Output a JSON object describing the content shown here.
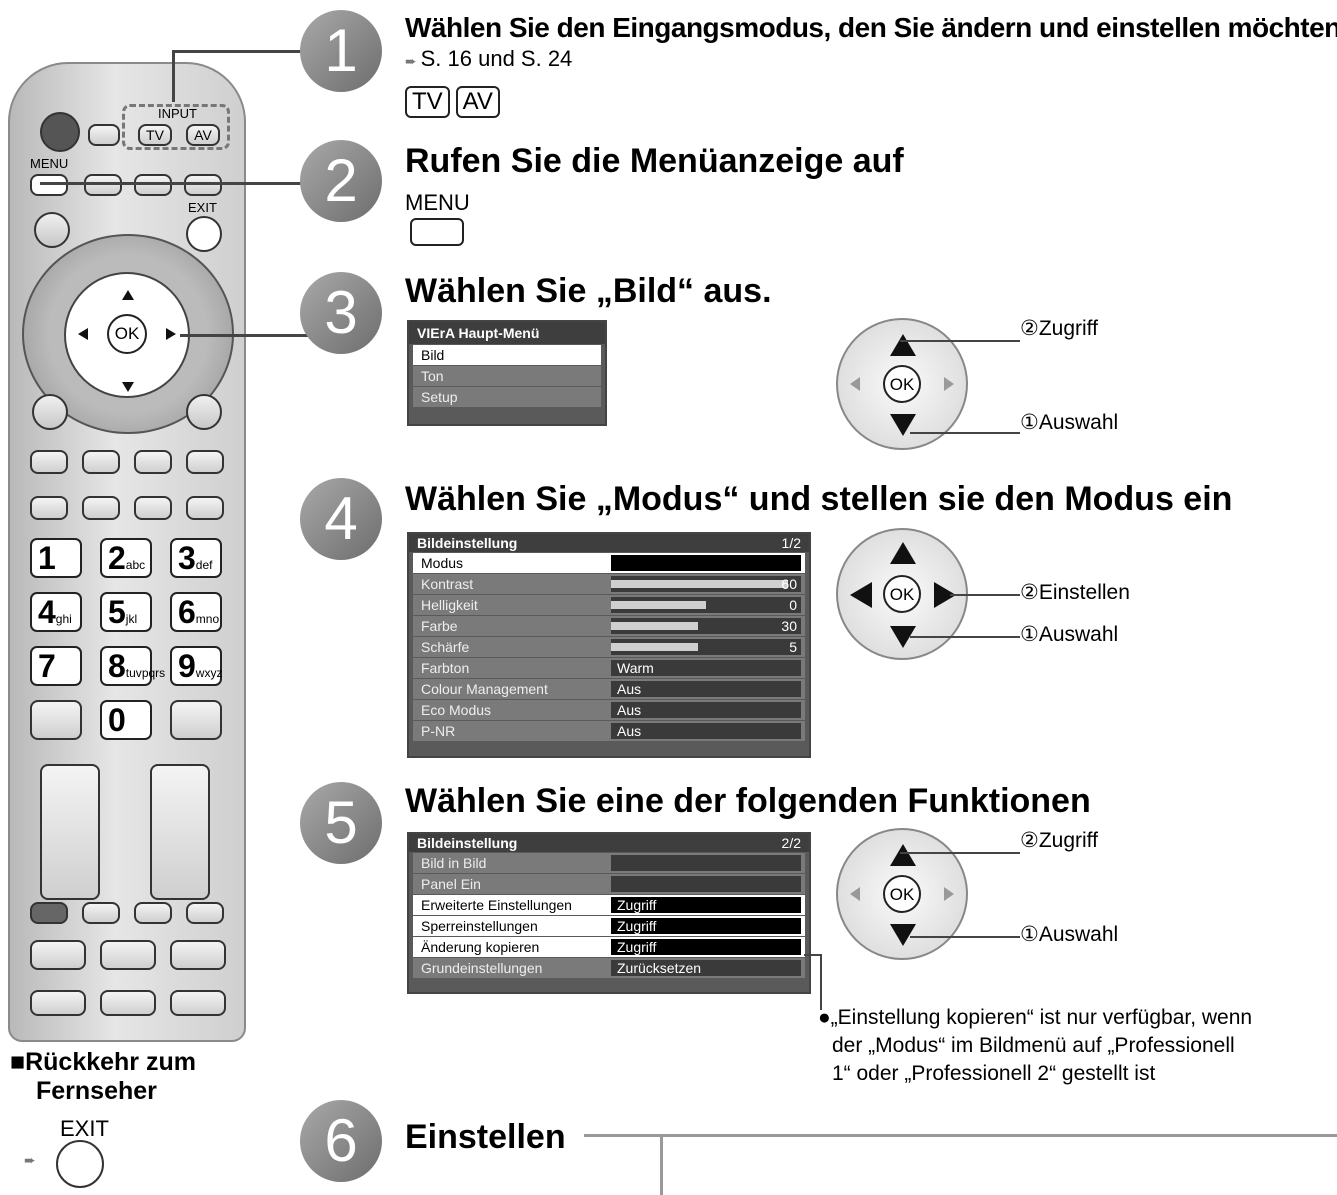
{
  "remote": {
    "input_label": "INPUT",
    "tv_key": "TV",
    "av_key": "AV",
    "menu_label": "MENU",
    "exit_label": "EXIT",
    "ok_key": "OK",
    "numbers": [
      {
        "digit": "1",
        "letters": ""
      },
      {
        "digit": "2",
        "letters": "abc"
      },
      {
        "digit": "3",
        "letters": "def"
      },
      {
        "digit": "4",
        "letters": "ghi"
      },
      {
        "digit": "5",
        "letters": "jkl"
      },
      {
        "digit": "6",
        "letters": "mno"
      },
      {
        "digit": "7",
        "letters": ""
      },
      {
        "digit": "8",
        "letters": "tuv"
      },
      {
        "digit": "9",
        "letters": "wxyz"
      },
      {
        "digit": "0",
        "letters": ""
      }
    ],
    "seven_letters": "pqrs"
  },
  "return_tv": {
    "title_line1": "■Rückkehr zum",
    "title_line2": "Fernseher",
    "exit_label": "EXIT"
  },
  "steps": [
    {
      "number": "1",
      "title": "Wählen Sie den Eingangsmodus, den Sie ändern und einstellen möchten",
      "ref": "S. 16 und S. 24",
      "keys": [
        "TV",
        "AV"
      ]
    },
    {
      "number": "2",
      "title": "Rufen Sie die Menüanzeige auf",
      "key_label": "MENU"
    },
    {
      "number": "3",
      "title": "Wählen Sie „Bild“ aus."
    },
    {
      "number": "4",
      "title": "Wählen Sie „Modus“ und stellen sie den Modus ein"
    },
    {
      "number": "5",
      "title": "Wählen Sie eine der folgenden Funktionen"
    },
    {
      "number": "6",
      "title": "Einstellen"
    }
  ],
  "main_menu": {
    "title": "VIErA Haupt-Menü",
    "items": [
      "Bild",
      "Ton",
      "Setup"
    ]
  },
  "menu_page1": {
    "title": "Bildeinstellung",
    "page": "1/2",
    "rows": [
      {
        "label": "Modus",
        "value": ""
      },
      {
        "label": "Kontrast",
        "value": "60",
        "level": 0.93
      },
      {
        "label": "Helligkeit",
        "value": "0",
        "level": 0.5
      },
      {
        "label": "Farbe",
        "value": "30",
        "level": 0.46
      },
      {
        "label": "Schärfe",
        "value": "5",
        "level": 0.46
      },
      {
        "label": "Farbton",
        "value": "Warm"
      },
      {
        "label": "Colour Management",
        "value": "Aus"
      },
      {
        "label": "Eco Modus",
        "value": "Aus"
      },
      {
        "label": "P-NR",
        "value": "Aus"
      }
    ]
  },
  "menu_page2": {
    "title": "Bildeinstellung",
    "page": "2/2",
    "rows": [
      {
        "label": "Bild in Bild",
        "value": ""
      },
      {
        "label": "Panel Ein",
        "value": ""
      },
      {
        "label": "Erweiterte Einstellungen",
        "value": "Zugriff"
      },
      {
        "label": "Sperreinstellungen",
        "value": "Zugriff"
      },
      {
        "label": "Änderung kopieren",
        "value": "Zugriff"
      },
      {
        "label": "Grundeinstellungen",
        "value": "Zurücksetzen"
      }
    ]
  },
  "callouts": {
    "access": "②Zugriff",
    "select": "①Auswahl",
    "set": "②Einstellen"
  },
  "note": {
    "line1": "●„Einstellung kopieren“ ist nur verfügbar, wenn",
    "line2": "der „Modus“ im Bildmenü auf „Professionell",
    "line3": "1“ oder „Professionell 2“ gestellt ist"
  }
}
